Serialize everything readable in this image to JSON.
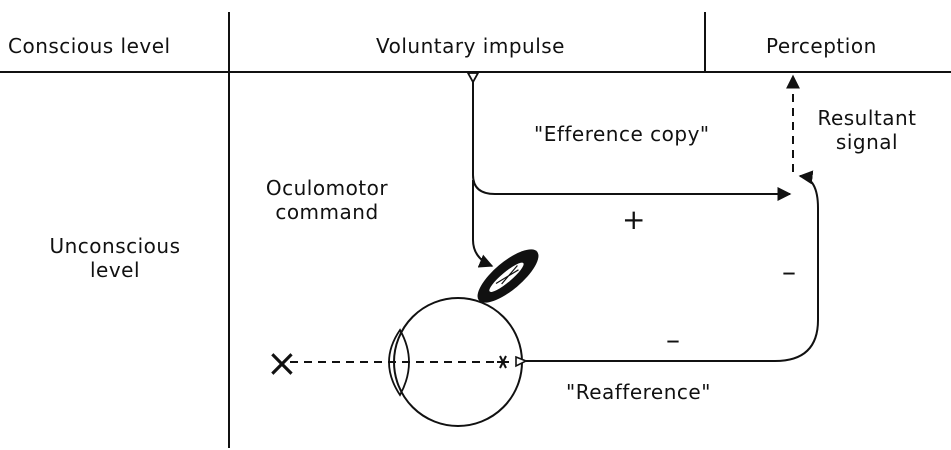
{
  "header": {
    "conscious_level": "Conscious level",
    "voluntary_impulse": "Voluntary impulse",
    "perception": "Perception"
  },
  "left": {
    "unconscious_line1": "Unconscious",
    "unconscious_line2": "level"
  },
  "labels": {
    "oculomotor_line1": "Oculomotor",
    "oculomotor_line2": "command",
    "efference_copy": "\"Efference copy\"",
    "resultant_line1": "Resultant",
    "resultant_line2": "signal",
    "reafference": "\"Reafference\""
  },
  "signs": {
    "plus": "+",
    "minus_right": "–",
    "minus_bottom": "–"
  },
  "target_mark": "×"
}
